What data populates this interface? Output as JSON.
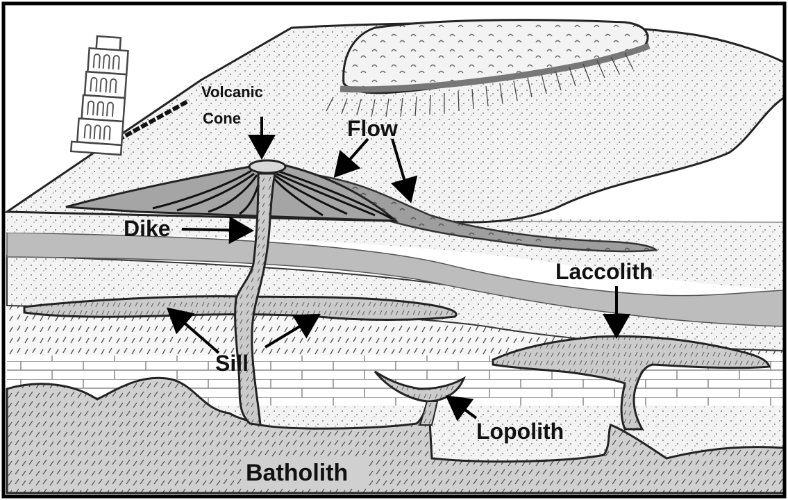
{
  "diagram": {
    "colors": {
      "frame": "#000000",
      "background": "#ffffff",
      "dotted_fill": "#f1f1f1",
      "magma_gray": "#c9c9c9",
      "flow_gray": "#9c9c9c",
      "band_gray": "#bdbdbd",
      "batholith_fill": "#cfcfcf"
    },
    "icons": [
      "tower-icon"
    ],
    "labels": {
      "volcanic_cone_line1": "Volcanic",
      "volcanic_cone_line2": "Cone",
      "flow": "Flow",
      "dike": "Dike",
      "laccolith": "Laccolith",
      "sill": "Sill",
      "lopolith": "Lopolith",
      "batholith": "Batholith"
    }
  }
}
